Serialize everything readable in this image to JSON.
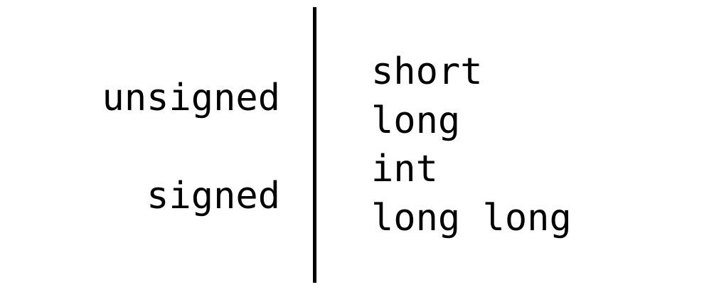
{
  "qualifiers": [
    "unsigned",
    "signed"
  ],
  "types": [
    "short",
    "long",
    "int",
    "long long"
  ],
  "colors": {
    "background": "#ffffff",
    "text": "#000000",
    "divider": "#000000"
  }
}
